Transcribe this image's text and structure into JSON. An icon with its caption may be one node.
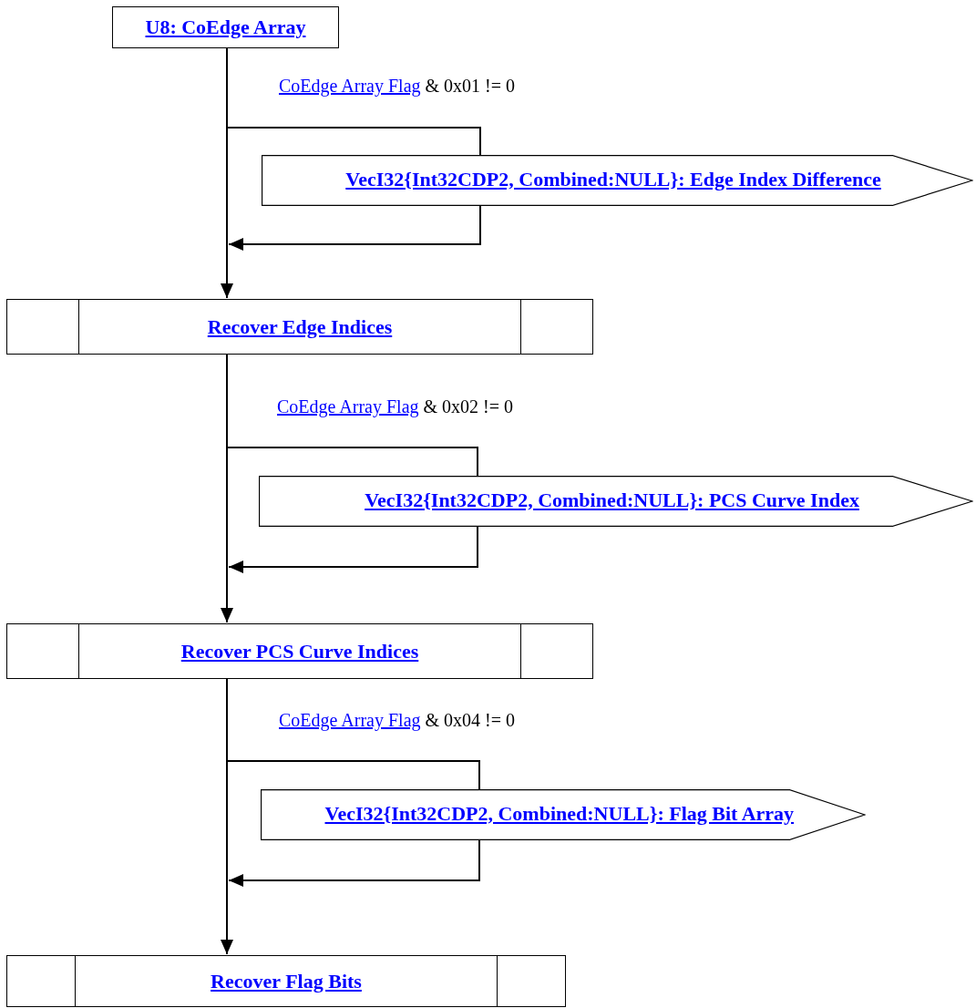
{
  "diagram": {
    "nodes": [
      {
        "text": [
          "U8: CoEdge Array"
        ]
      },
      {
        "text": [
          "VecI32{Int32CDP2, Combined:NULL}: Edge Index Difference"
        ]
      },
      {
        "text": [
          "Recover Edge Indices"
        ]
      },
      {
        "text": [
          "VecI32{Int32CDP2, Combined:NULL}: PCS Curve Index"
        ]
      },
      {
        "text": [
          "Recover PCS Curve Indices"
        ]
      },
      {
        "text": [
          "VecI32{Int32CDP2, Combined:NULL}: Flag Bit Array"
        ]
      },
      {
        "text": [
          "Recover Flag Bits"
        ]
      }
    ],
    "edges": [
      {
        "from": 0,
        "to": 2,
        "arrow": "to"
      },
      {
        "from": null,
        "to": 1,
        "arrow": "none"
      },
      {
        "from": 1,
        "to": null,
        "arrow": "to"
      },
      {
        "from": 2,
        "to": 4,
        "arrow": "to"
      },
      {
        "from": null,
        "to": 3,
        "arrow": "none"
      },
      {
        "from": 3,
        "to": null,
        "arrow": "to"
      },
      {
        "from": 4,
        "to": 6,
        "arrow": "to"
      },
      {
        "from": null,
        "to": 5,
        "arrow": "none"
      },
      {
        "from": 5,
        "to": null,
        "arrow": "to"
      }
    ],
    "labels": [
      "CoEdge Array Flag",
      "& 0x01 != 0",
      "CoEdge Array Flag",
      "& 0x02 != 0",
      "CoEdge Array Flag",
      "& 0x04 != 0"
    ]
  }
}
